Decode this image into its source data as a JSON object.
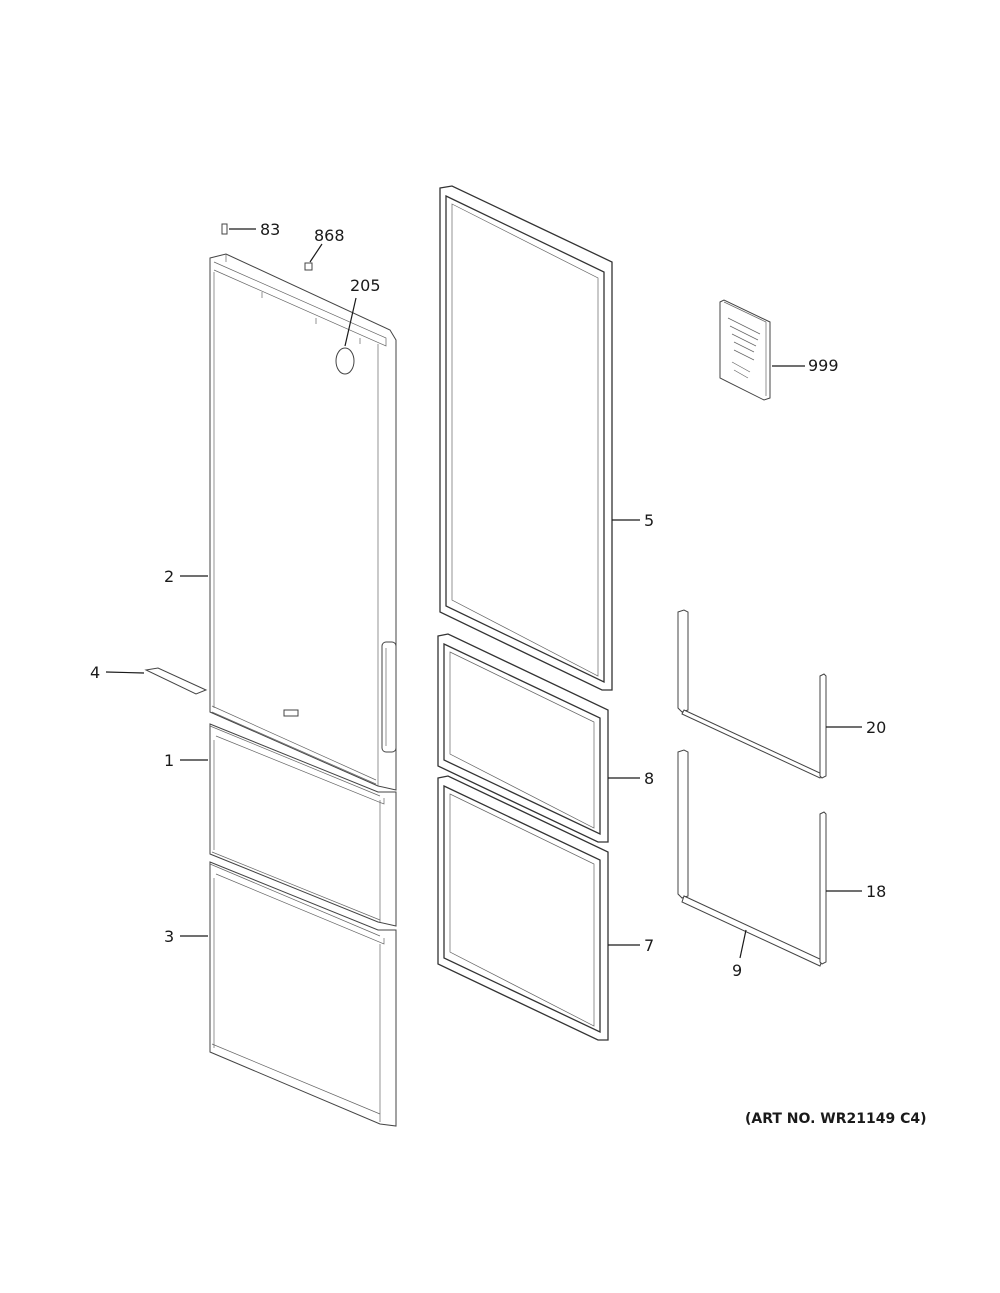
{
  "diagram": {
    "callouts": {
      "c83": "83",
      "c868": "868",
      "c205": "205",
      "c999": "999",
      "c2": "2",
      "c5": "5",
      "c4": "4",
      "c20": "20",
      "c1": "1",
      "c8": "8",
      "c18": "18",
      "c3": "3",
      "c7": "7",
      "c9": "9"
    },
    "art_number": "(ART NO. WR21149 C4)"
  }
}
